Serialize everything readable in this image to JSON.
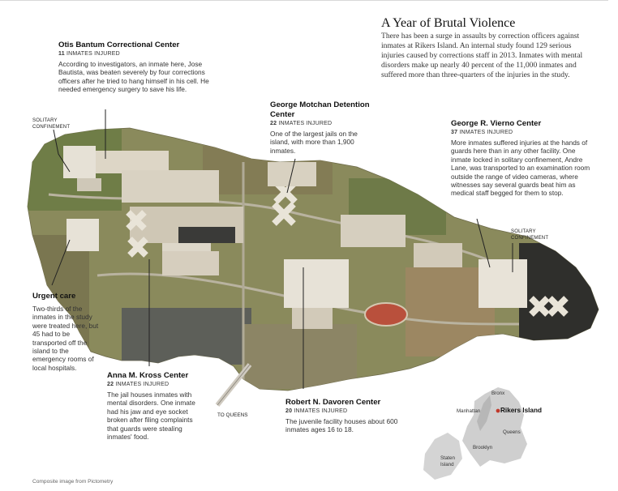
{
  "title": "A Year of Brutal Violence",
  "intro": "There has been a surge in assaults by correction officers against inmates at Rikers Island. An internal study found 129 serious injuries caused by corrections staff in 2013. Inmates with mental disorders make up nearly 40 percent of the 11,000 inmates and suffered more than three-quarters of the injuries in the study.",
  "injured_unit": "INMATES INJURED",
  "callouts": {
    "otis": {
      "name": "Otis Bantum Correctional Center",
      "count": "11",
      "desc": "According to investigators, an inmate here, Jose Bautista, was beaten severely by four corrections officers after he tried to hang himself in his cell. He needed emergency surgery to save his life."
    },
    "motchan": {
      "name": "George Motchan Detention Center",
      "count": "22",
      "desc": "One of the largest jails on the island, with more than 1,900 inmates."
    },
    "vierno": {
      "name": "George R. Vierno Center",
      "count": "37",
      "desc": "More inmates suffered injuries at the hands of guards here than in any other facility. One inmate locked in solitary confinement, Andre Lane, was transported to an examination room outside the range of video cameras, where witnesses say several guards beat him as medical staff begged for them to stop."
    },
    "urgent": {
      "name": "Urgent care",
      "desc": "Two-thirds of the inmates in the study were treated here, but 45 had to be transported off the island to the emergency rooms of local hospitals."
    },
    "kross": {
      "name": "Anna M. Kross Center",
      "count": "22",
      "desc": "The jail houses inmates with mental disorders. One inmate had his jaw and eye socket broken after filing complaints that guards were stealing inmates' food."
    },
    "davoren": {
      "name": "Robert N. Davoren Center",
      "count": "20",
      "desc": "The juvenile facility houses about 600 inmates ages 16 to 18."
    }
  },
  "labels": {
    "solitary_left_1": "SOLITARY",
    "solitary_left_2": "CONFINEMENT",
    "solitary_right_1": "SOLITARY",
    "solitary_right_2": "CONFINEMENT",
    "to_queens": "TO QUEENS"
  },
  "inset": {
    "bronx": "Bronx",
    "manhattan": "Manhattan",
    "rikers": "Rikers Island",
    "queens": "Queens",
    "brooklyn": "Brooklyn",
    "staten_1": "Staten",
    "staten_2": "Island"
  },
  "credit": "Composite image from Pictometry",
  "colors": {
    "island_green": "#7d8a55",
    "island_brown": "#a08a62",
    "buildings": "#e9e3d8",
    "inset_land": "#cfcfcf",
    "rikers_marker": "#c0392b"
  }
}
